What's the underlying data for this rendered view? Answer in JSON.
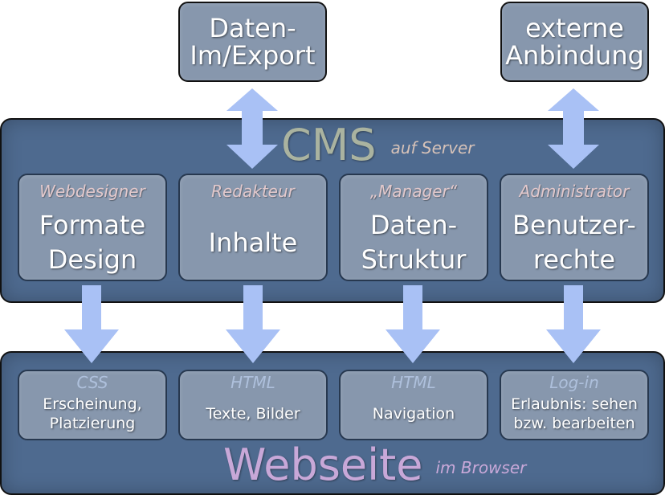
{
  "top_boxes": [
    {
      "label": "Daten-\nIm/Export"
    },
    {
      "label": "externe\nAnbindung"
    }
  ],
  "cms": {
    "title": "CMS",
    "subtitle": "auf Server",
    "roles": [
      {
        "role": "Webdesigner",
        "label": "Formate\nDesign"
      },
      {
        "role": "Redakteur",
        "label": "Inhalte"
      },
      {
        "role": "„Manager“",
        "label": "Daten-\nStruktur"
      },
      {
        "role": "Administrator",
        "label": "Benutzer-\nrechte"
      }
    ]
  },
  "webseite": {
    "title": "Webseite",
    "subtitle": "im Browser",
    "outputs": [
      {
        "tech": "CSS",
        "label": "Erscheinung,\nPlatzierung"
      },
      {
        "tech": "HTML",
        "label": "Texte, Bilder"
      },
      {
        "tech": "HTML",
        "label": "Navigation"
      },
      {
        "tech": "Log-in",
        "label": "Erlaubnis: sehen\nbzw. bearbeiten"
      }
    ]
  },
  "colors": {
    "panel": "#4e6a8f",
    "box": "#8797ad",
    "arrow": "#a9c1f5",
    "cms_title": "#aab3a0",
    "webseite_title": "#c8a8d8",
    "role_text": "#e3c9cc",
    "tech_text": "#aec0dc"
  }
}
